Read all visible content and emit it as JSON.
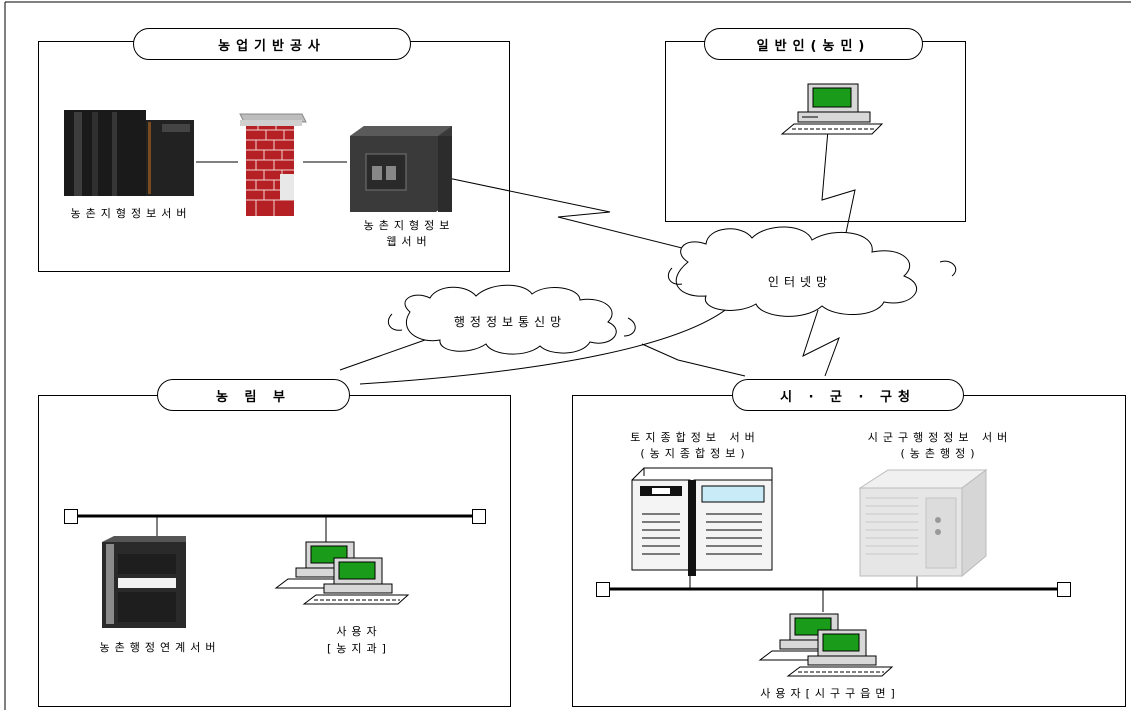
{
  "groups": {
    "kraa": {
      "title": "농업기반공사"
    },
    "public": {
      "title": "일반인(농민)"
    },
    "ministry": {
      "title": "농  림  부"
    },
    "local": {
      "title": "시 · 군 · 구청"
    }
  },
  "nodes": {
    "rural_gis_server": "농촌지형정보서버",
    "rural_gis_web_line1": "농촌지형정보",
    "rural_gis_web_line2": "웹서버",
    "link_server": "농촌행정연계서버",
    "ministry_user_line1": "사용자",
    "ministry_user_line2": "[농지과]",
    "land_server_line1": "토지종합정보 서버",
    "land_server_line2": "(농지종합정보)",
    "admin_server_line1": "시군구행정정보 서버",
    "admin_server_line2": "(농촌행정)",
    "local_user": "사용자[시구구읍면]"
  },
  "networks": {
    "internet": "인터넷망",
    "gov_net": "행정정보통신망"
  },
  "colors": {
    "screen": "#1a9b1a",
    "brick": "#c0282a",
    "server_dark": "#2a2a2a",
    "server_light": "#e6e6e6"
  }
}
